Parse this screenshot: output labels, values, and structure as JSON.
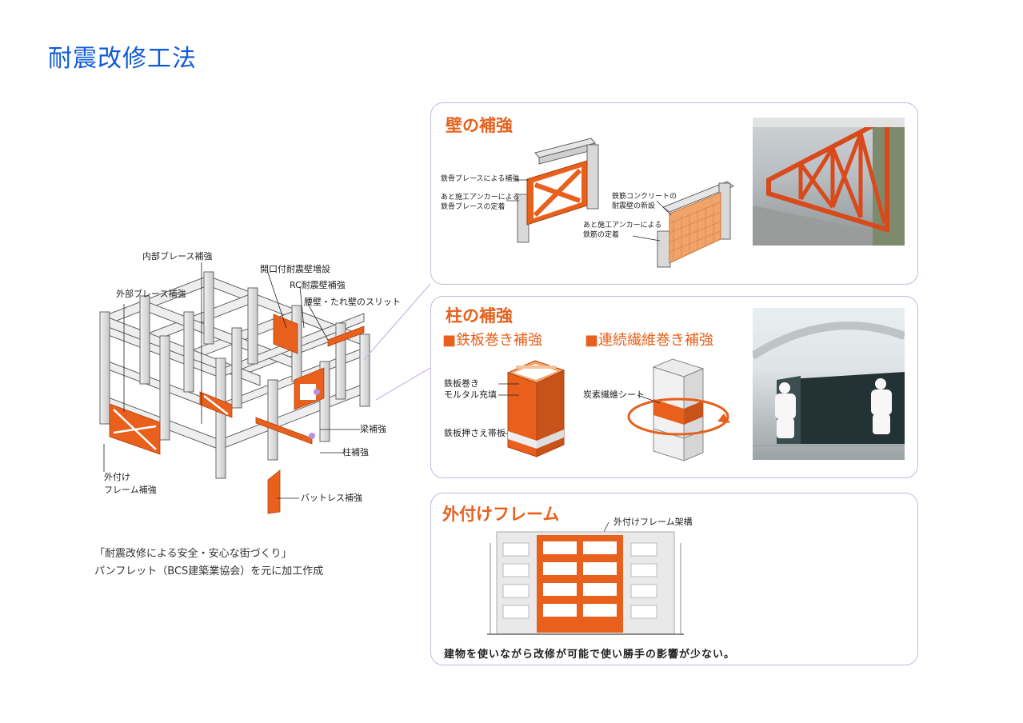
{
  "title": "耐震改修工法",
  "diagram": {
    "labels": {
      "inner_brace": "内部ブレース補強",
      "opening_wall": "開口付耐震壁増設",
      "rc_wall": "RC耐震壁補強",
      "slit": "腰壁・たれ壁のスリット",
      "outer_brace": "外部ブレース補強",
      "beam": "梁補強",
      "column": "柱補強",
      "outer_frame_1": "外付け",
      "outer_frame_2": "フレーム補強",
      "buttress": "バットレス補強"
    },
    "source_line1": "「耐震改修による安全・安心な街づくり」",
    "source_line2": "パンフレット（BCS建築業協会）を元に加工作成"
  },
  "wall_panel": {
    "title": "壁の補強",
    "labels": {
      "steel_brace": "鉄骨ブレースによる補強",
      "anchor_brace_1": "あと施工アンカーによる",
      "anchor_brace_2": "鉄骨ブレースの定着",
      "rc_wall_1": "鉄筋コンクリートの",
      "rc_wall_2": "耐震壁の新設",
      "anchor_rebar_1": "あと施工アンカーによる",
      "anchor_rebar_2": "鉄筋の定着"
    }
  },
  "column_panel": {
    "title": "柱の補強",
    "sub_steel": "■鉄板巻き補強",
    "sub_fiber": "■連続繊維巻き補強",
    "labels": {
      "steel_wrap_1": "鉄板巻き",
      "steel_wrap_2": "モルタル充填",
      "band": "鉄板押さえ帯板",
      "carbon_sheet": "炭素繊維シート"
    }
  },
  "frame_panel": {
    "title": "外付けフレーム",
    "frame_label": "外付けフレーム架構",
    "footer": "建物を使いながら改修が可能で使い勝手の影響が少ない。"
  },
  "colors": {
    "accent": "#e8601c",
    "title_blue": "#0f5bd6",
    "panel_border": "#c9b6e4"
  }
}
